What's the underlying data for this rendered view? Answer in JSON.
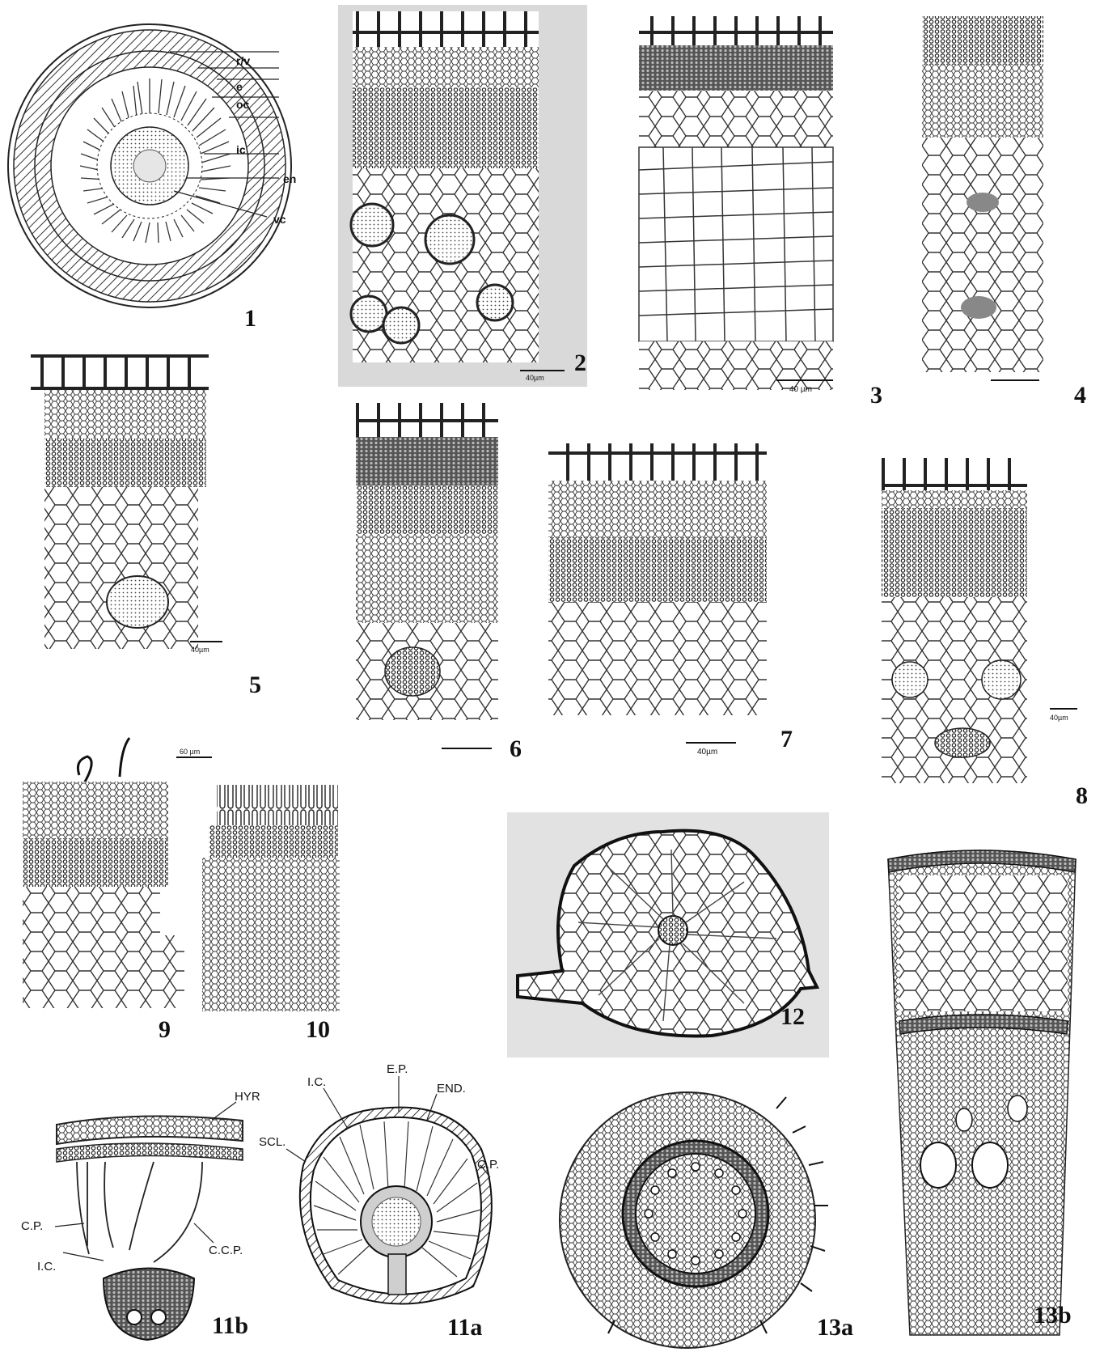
{
  "figure_numbers": [
    "1",
    "2",
    "3",
    "4",
    "5",
    "6",
    "7",
    "8",
    "9",
    "10",
    "11b",
    "11a",
    "12",
    "13a",
    "13b"
  ],
  "fig1_labels": [
    "r/v",
    "e",
    "oc",
    "ic",
    "en",
    "vc"
  ],
  "fig11b_labels": [
    "HYR",
    "C.P.",
    "I.C.",
    "C.C.P."
  ],
  "fig11a_labels": [
    "E.P.",
    "I.C.",
    "END.",
    "SCL.",
    "C.P."
  ],
  "scale_bars": {
    "fig2": "40µm",
    "fig3": "40 µm",
    "fig5": "40µm",
    "fig7": "40µm",
    "fig8": "40µm",
    "fig9": "60 µm"
  },
  "colors": {
    "ink": "#222222",
    "panel_gray": "#d9d9d9",
    "background": "#ffffff"
  }
}
